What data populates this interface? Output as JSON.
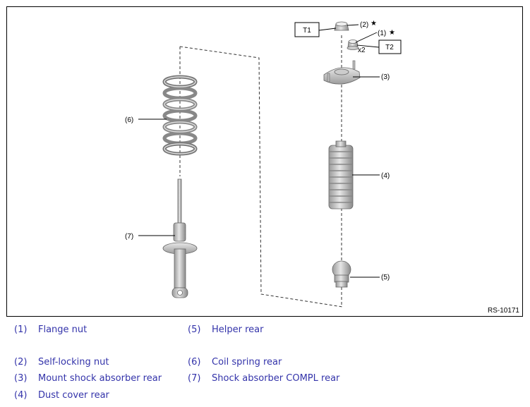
{
  "figure": {
    "id": "RS-10171",
    "callouts": {
      "c1": "(1)",
      "c2": "(2)",
      "c3": "(3)",
      "c4": "(4)",
      "c5": "(5)",
      "c6": "(6)",
      "c7": "(7)",
      "star1": "★",
      "star2": "★",
      "x2": "x2"
    },
    "torque_labels": {
      "t1": "T1",
      "t2": "T2"
    }
  },
  "legend": {
    "items": [
      {
        "number": "(1)",
        "label": "Flange nut"
      },
      {
        "number": "(2)",
        "label": "Self-locking nut"
      },
      {
        "number": "(3)",
        "label": "Mount shock absorber rear"
      },
      {
        "number": "(4)",
        "label": "Dust cover rear"
      },
      {
        "number": "(5)",
        "label": "Helper rear"
      },
      {
        "number": "(6)",
        "label": "Coil spring rear"
      },
      {
        "number": "(7)",
        "label": "Shock absorber COMPL rear"
      }
    ]
  },
  "colors": {
    "legend_text": "#3333aa",
    "part_fill": "#d2d2d2",
    "part_stroke": "#555555"
  }
}
